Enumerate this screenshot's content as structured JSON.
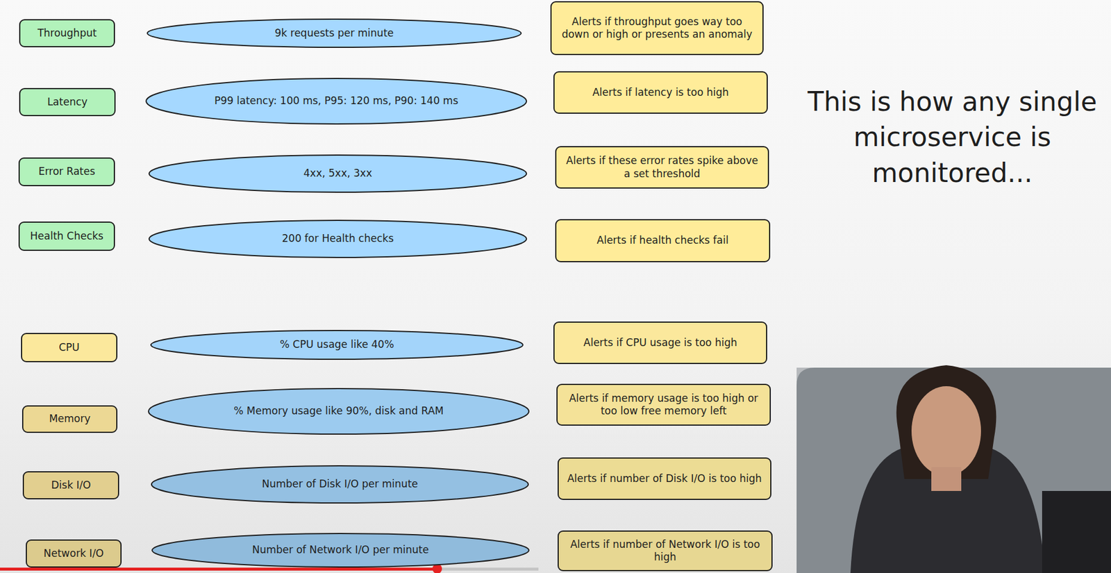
{
  "diagram": {
    "title": "This is how any single microservice is monitored...",
    "nodes": [
      {
        "text": [
          "Throughput"
        ]
      },
      {
        "text": [
          "9k requests per minute"
        ]
      },
      {
        "text": [
          "Alerts if throughput goes way too down or high or presents an anomaly"
        ]
      },
      {
        "text": [
          "Latency"
        ]
      },
      {
        "text": [
          "P99 latency: 100 ms, P95: 120 ms, P90: 140 ms"
        ]
      },
      {
        "text": [
          "Alerts if latency is too high"
        ]
      },
      {
        "text": [
          "Error Rates"
        ]
      },
      {
        "text": [
          "4xx, 5xx, 3xx"
        ]
      },
      {
        "text": [
          "Alerts if these error rates spike above a set threshold"
        ]
      },
      {
        "text": [
          "Health Checks"
        ]
      },
      {
        "text": [
          "200 for Health checks"
        ]
      },
      {
        "text": [
          "Alerts if health checks fail"
        ]
      },
      {
        "text": [
          "CPU"
        ]
      },
      {
        "text": [
          "% CPU usage like 40%"
        ]
      },
      {
        "text": [
          "Alerts if CPU usage is too high"
        ]
      },
      {
        "text": [
          "Memory"
        ]
      },
      {
        "text": [
          "% Memory usage like 90%, disk and RAM"
        ]
      },
      {
        "text": [
          "Alerts if memory usage is too high or too low free memory left"
        ]
      },
      {
        "text": [
          "Disk I/O"
        ]
      },
      {
        "text": [
          "Number of Disk I/O per minute"
        ]
      },
      {
        "text": [
          "Alerts if number of Disk I/O is too high"
        ]
      },
      {
        "text": [
          "Network I/O"
        ]
      },
      {
        "text": [
          "Number of Network I/O per minute"
        ]
      },
      {
        "text": [
          "Alerts if number of Network I/O is too high"
        ]
      }
    ]
  }
}
